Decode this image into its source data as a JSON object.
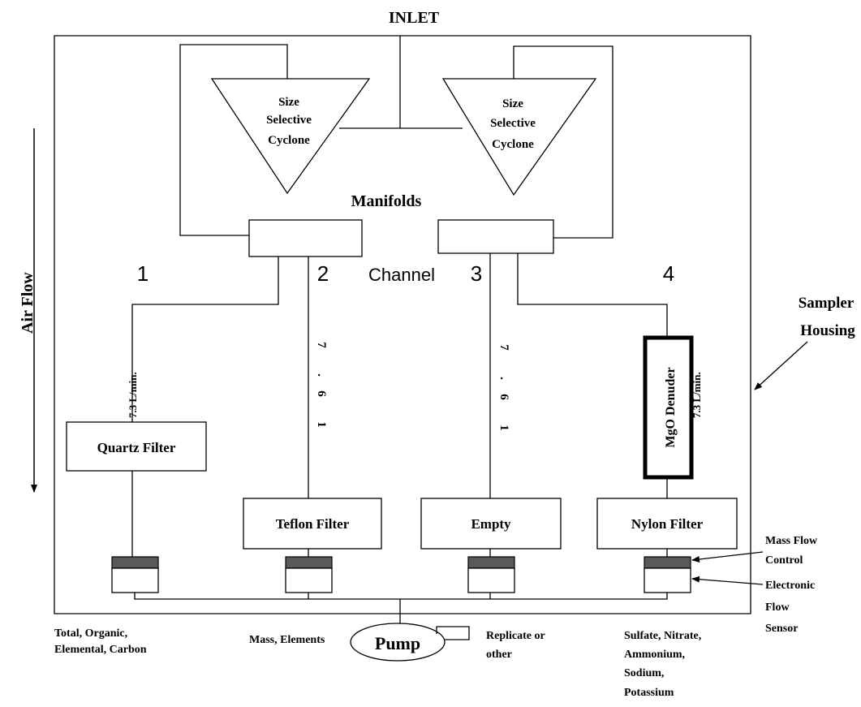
{
  "inlet": "INLET",
  "cyclone_left": [
    "Size",
    "Selective",
    "Cyclone"
  ],
  "cyclone_right": [
    "Size",
    "Selective",
    "Cyclone"
  ],
  "manifolds": "Manifolds",
  "channel_label": "Channel",
  "channels": [
    "1",
    "2",
    "3",
    "4"
  ],
  "air_flow": "Air Flow",
  "sampler_housing": [
    "Sampler",
    "Housing"
  ],
  "flow_rate_1": "7.3 L/min.",
  "flow_rate_2_digits": [
    "1",
    "6",
    ".",
    "7"
  ],
  "flow_rate_3_digits": [
    "1",
    "6",
    ".",
    "7"
  ],
  "flow_rate_4": "7.3 L/min.",
  "denuder": "MgO Denuder",
  "filters": {
    "quartz": "Quartz Filter",
    "teflon": "Teflon Filter",
    "empty": "Empty",
    "nylon": "Nylon Filter"
  },
  "mass_flow_control": [
    "Mass Flow",
    "Control"
  ],
  "electronic_flow_sensor": [
    "Electronic",
    "Flow",
    "Sensor"
  ],
  "analyses": {
    "ch1": [
      "Total, Organic,",
      "Elemental, Carbon"
    ],
    "ch2": [
      "Mass, Elements"
    ],
    "ch3": [
      "Replicate or",
      "other"
    ],
    "ch4": [
      "Sulfate, Nitrate,",
      "Ammonium,",
      "Sodium,",
      "Potassium"
    ]
  },
  "pump": "Pump"
}
